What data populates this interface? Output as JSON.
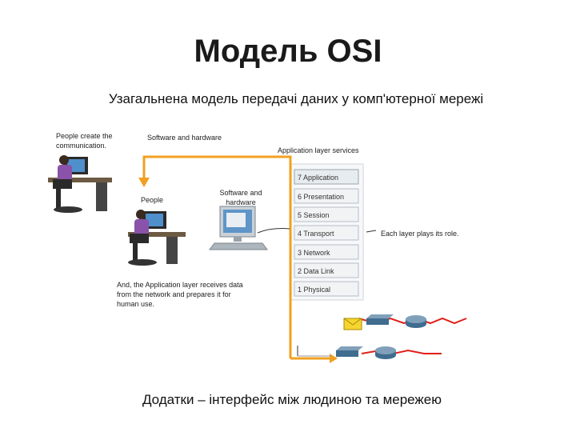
{
  "title": "Модель OSI",
  "subtitle": "Узагальнена модель передачі даних у комп'ютерної мережі",
  "caption": "Додатки – інтерфейс між людиною та мережею",
  "diagram": {
    "people_create": "People create the communication.",
    "software_hardware_top": "Software and hardware",
    "app_layer_services": "Application layer services",
    "people": "People",
    "software_hardware_mid": "Software and hardware",
    "each_layer": "Each layer plays its role.",
    "app_receives": "And, the Application layer receives data from the network and prepares it for human use.",
    "layers": [
      "7 Application",
      "6 Presentation",
      "5 Session",
      "4 Transport",
      "3 Network",
      "2 Data Link",
      "1 Physical"
    ]
  },
  "colors": {
    "arrow": "#f0a020",
    "link": "#e0201a",
    "layer_bg": "#f1f3f5",
    "layer_border": "#b5bec6"
  }
}
